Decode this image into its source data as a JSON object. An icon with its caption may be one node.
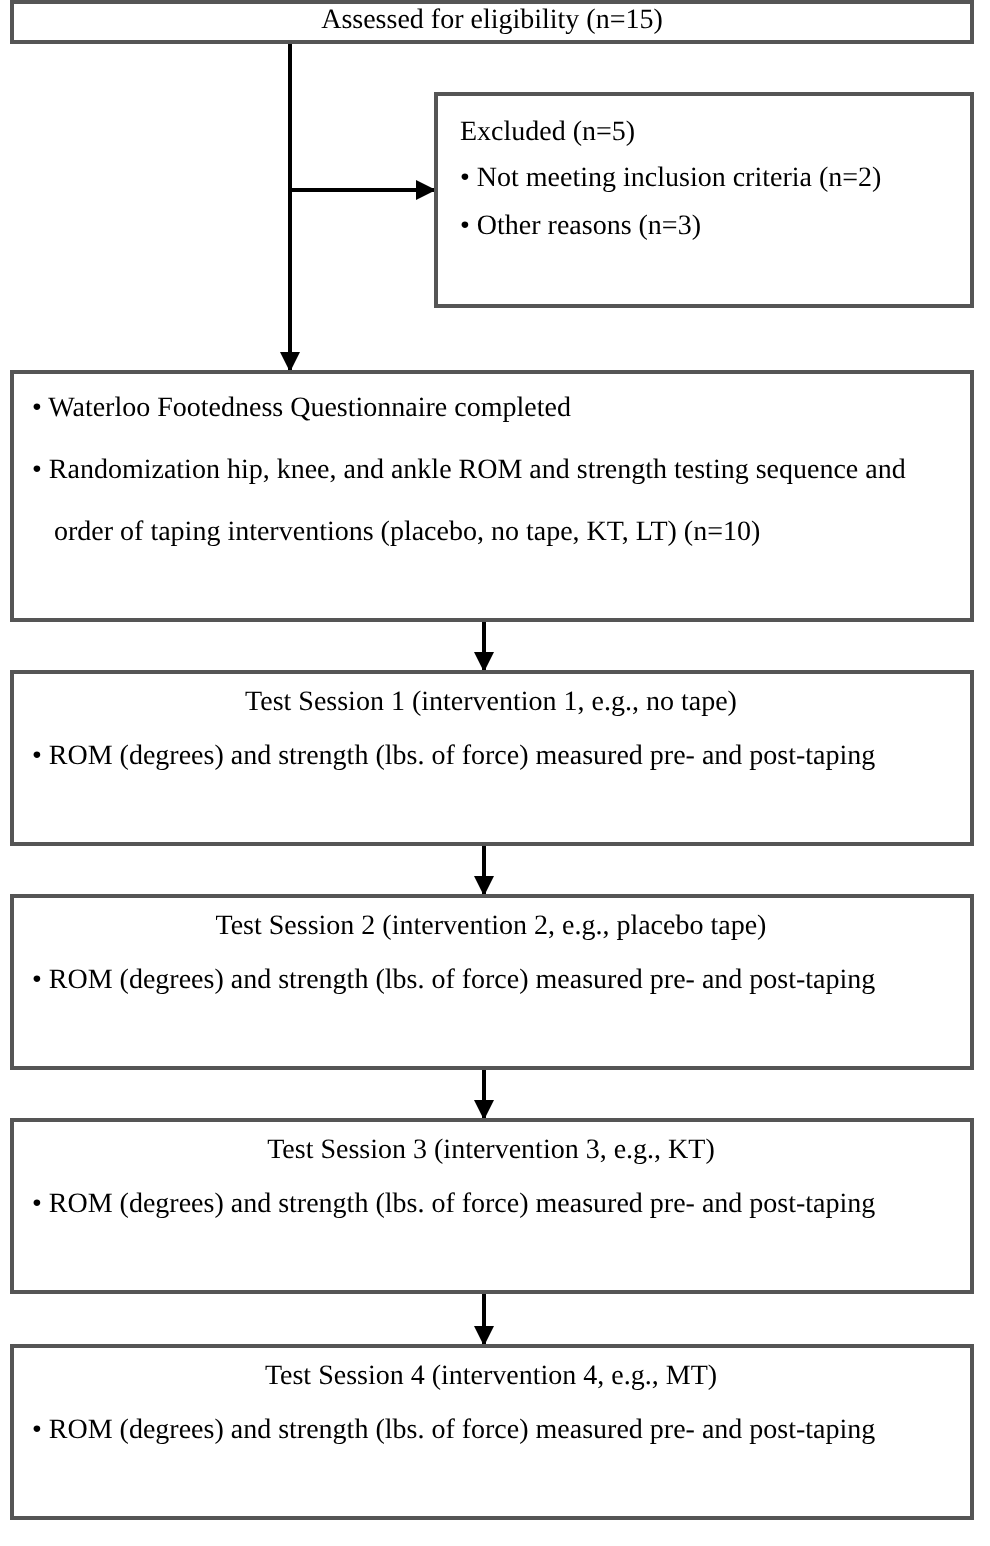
{
  "diagram": {
    "nodes": [
      {
        "text": [
          "Assessed for eligibility (n=15)"
        ]
      },
      {
        "text": [
          "Excluded (n=5)",
          "• Not meeting inclusion criteria (n=2)",
          "• Other reasons (n=3)"
        ]
      },
      {
        "text": [
          "• Waterloo Footedness Questionnaire completed",
          "• Randomization hip, knee, and ankle ROM and strength testing sequence and order of taping interventions (placebo, no tape, KT, LT) (n=10)"
        ]
      },
      {
        "text": [
          "Test Session 1 (intervention 1, e.g., no tape)",
          "• ROM (degrees) and strength (lbs. of force) measured pre- and post-taping"
        ]
      },
      {
        "text": [
          "Test Session 2 (intervention 2, e.g., placebo tape)",
          "• ROM (degrees) and strength (lbs. of force) measured pre- and post-taping"
        ]
      },
      {
        "text": [
          "Test Session 3 (intervention 3, e.g., KT)",
          "• ROM (degrees) and strength (lbs. of force) measured pre- and post-taping"
        ]
      },
      {
        "text": [
          "Test Session 4 (intervention 4, e.g., MT)",
          "• ROM (degrees) and strength (lbs. of force) measured pre- and post-taping"
        ]
      }
    ],
    "edges": [
      {
        "from": 0,
        "to": 1,
        "arrow": "to"
      },
      {
        "from": 0,
        "to": 2,
        "arrow": "to"
      },
      {
        "from": 2,
        "to": 3,
        "arrow": "to"
      },
      {
        "from": 3,
        "to": 4,
        "arrow": "to"
      },
      {
        "from": 4,
        "to": 5,
        "arrow": "to"
      },
      {
        "from": 5,
        "to": 6,
        "arrow": "to"
      }
    ]
  }
}
